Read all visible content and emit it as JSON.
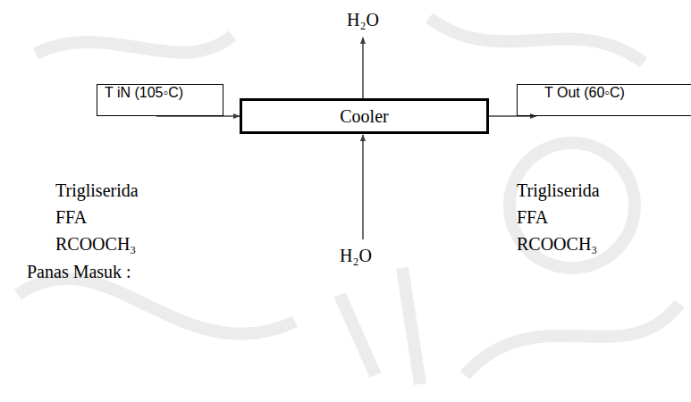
{
  "diagram": {
    "nodes": [
      {
        "text": [
          "T iN (105◦C)"
        ]
      },
      {
        "text": [
          "Cooler"
        ]
      },
      {
        "text": [
          "T Out (60◦C)"
        ]
      }
    ],
    "edges": [
      {
        "from": 0,
        "to": 1,
        "arrow": "to"
      },
      {
        "from": 1,
        "to": 2,
        "arrow": "to"
      }
    ],
    "labels": [
      "H₂O",
      "Trigliserida",
      "FFA",
      "RCOOCH₃",
      "H₂O",
      "Trigliserida",
      "FFA",
      "RCOOCH₃",
      "Panas Masuk :"
    ]
  }
}
